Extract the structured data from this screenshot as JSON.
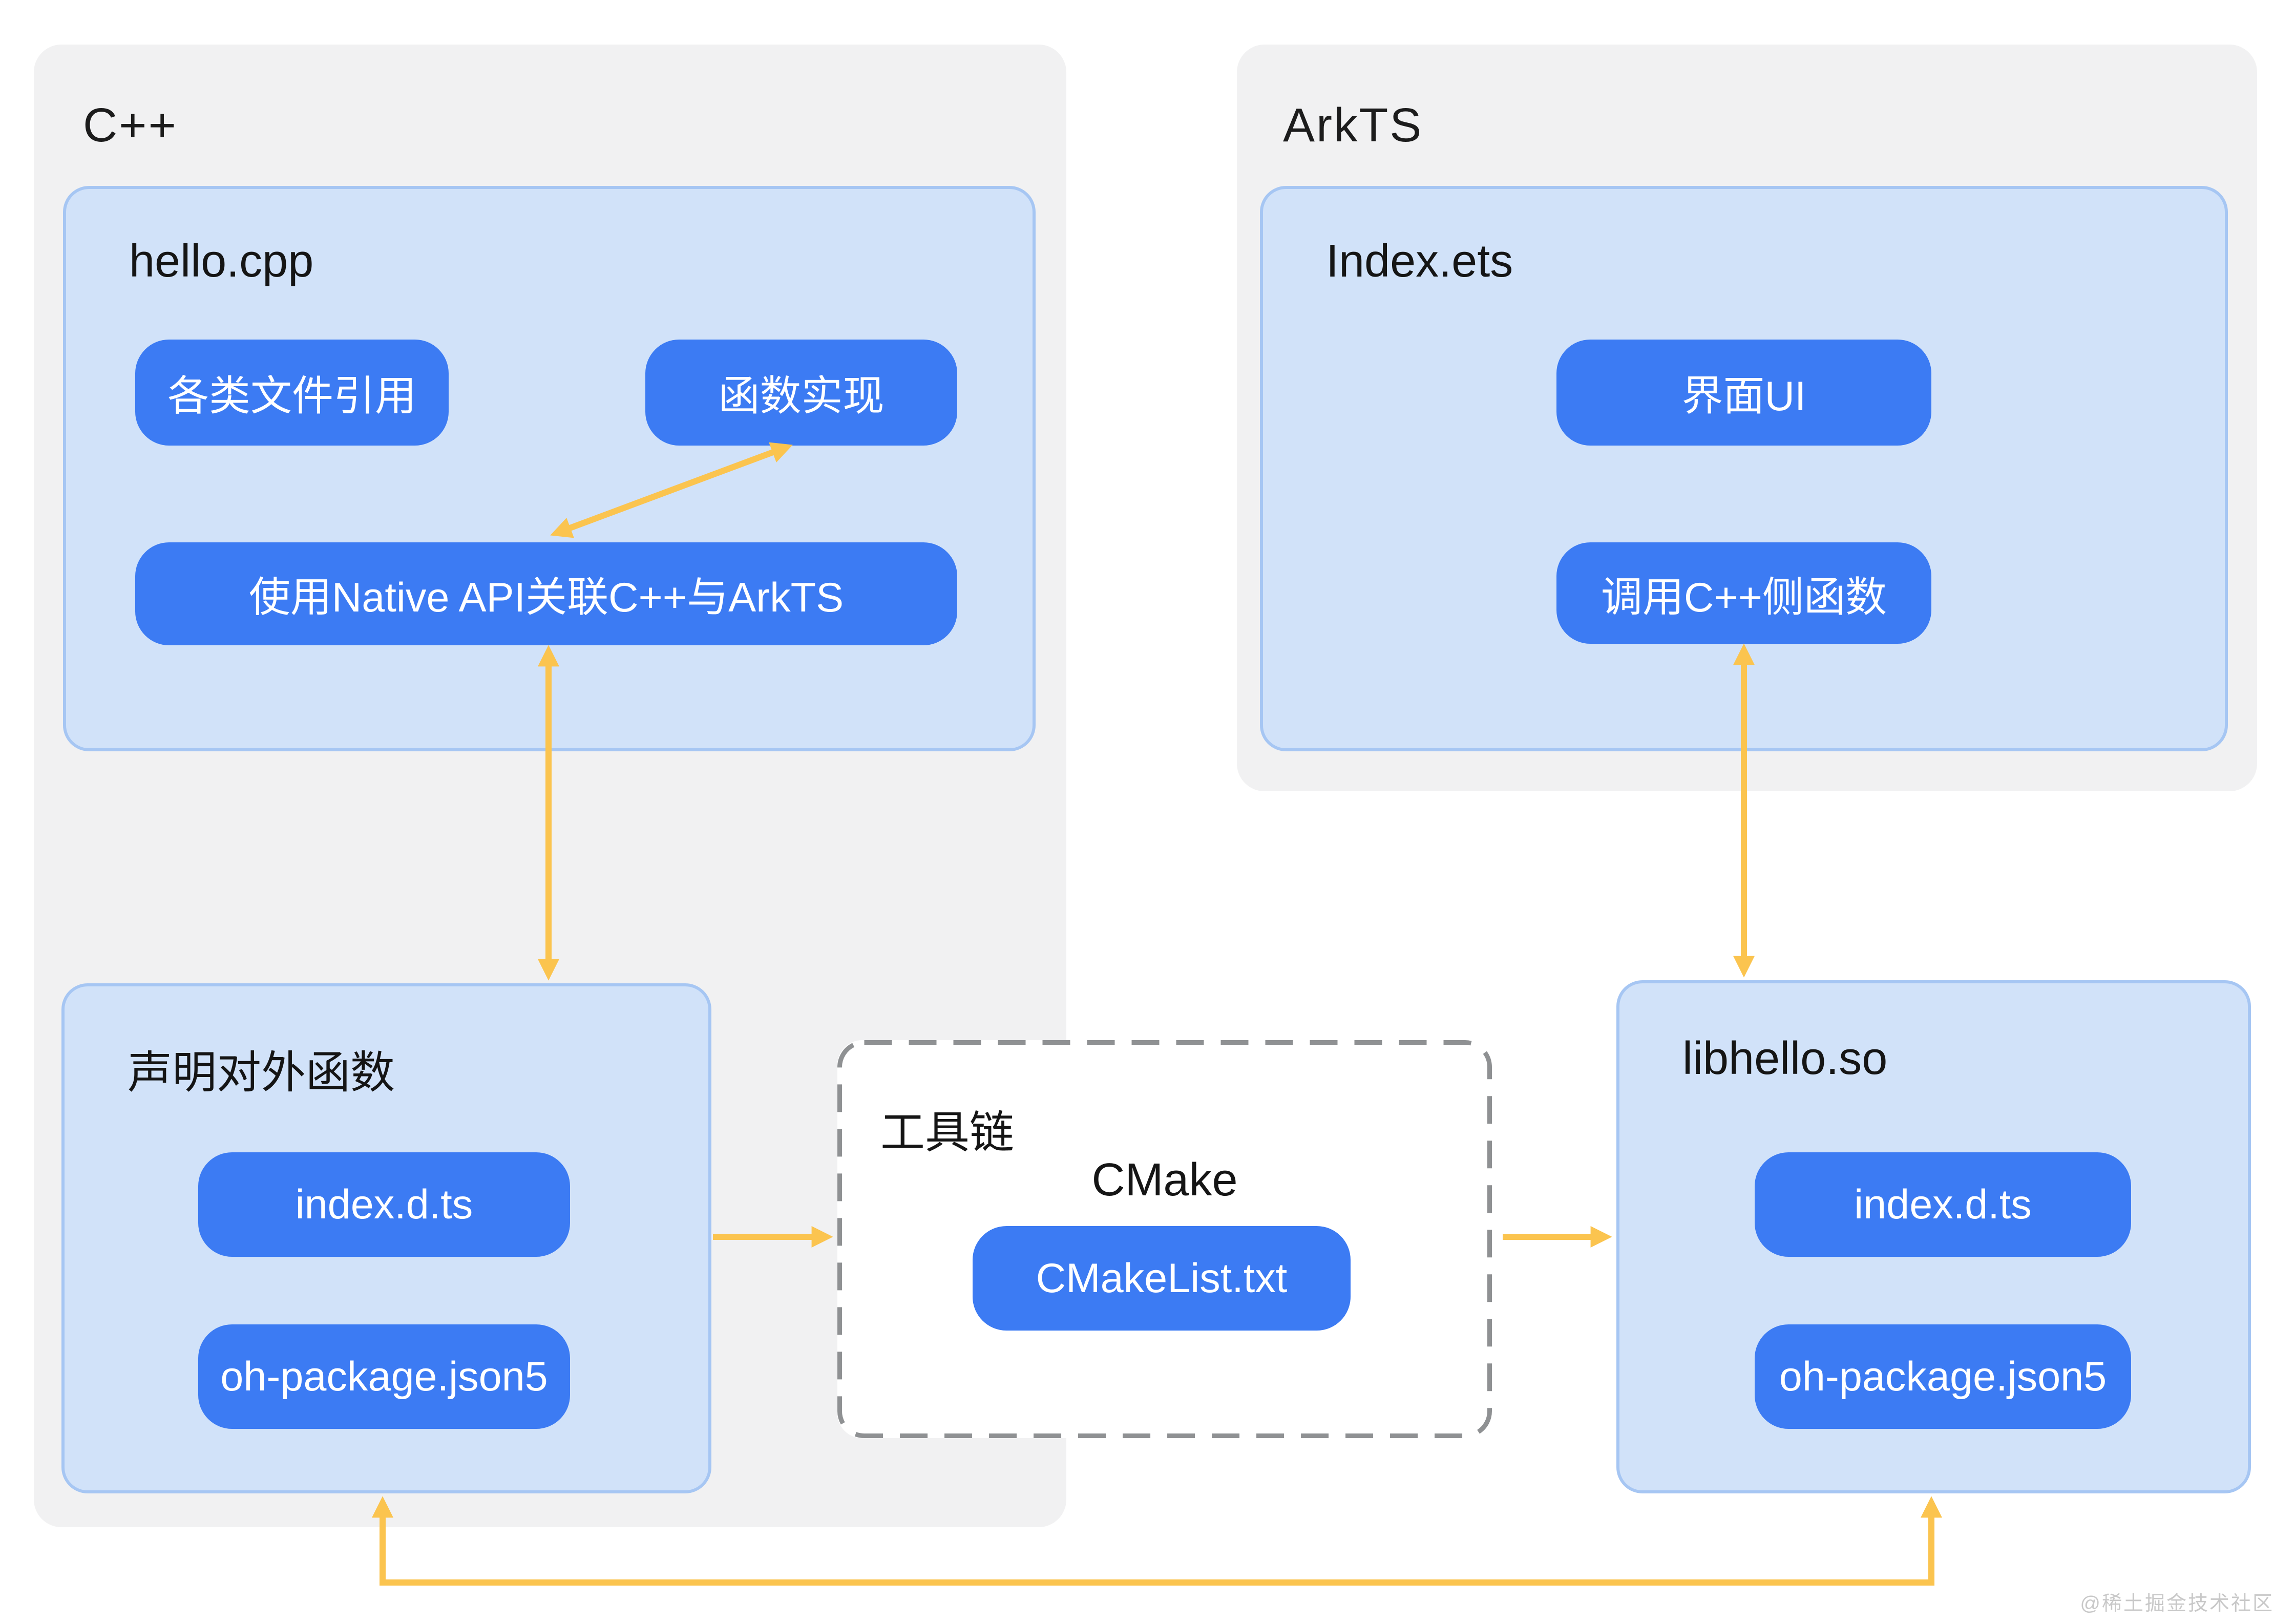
{
  "colors": {
    "pill_blue": "#3C7BF3",
    "box_blue_fill": "#D1E2F9",
    "box_blue_border": "#A6C6F3",
    "container_gray": "#F1F1F2",
    "arrow_yellow": "#FBC44F",
    "dashed_border_gray": "#8F9193"
  },
  "cpp": {
    "label": "C++",
    "hello_cpp": {
      "title": "hello.cpp",
      "pills": {
        "refs": "各类文件引用",
        "impl": "函数实现",
        "napi": "使用Native API关联C++与ArkTS"
      }
    },
    "declare": {
      "title": "声明对外函数",
      "pills": {
        "dts": "index.d.ts",
        "ohpkg": "oh-package.json5"
      }
    }
  },
  "arkts": {
    "label": "ArkTS",
    "index_ets": {
      "title": "Index.ets",
      "pills": {
        "ui": "界面UI",
        "call": "调用C++侧函数"
      }
    }
  },
  "toolchain": {
    "label": "工具链",
    "subtitle": "CMake",
    "pills": {
      "cmakelist": "CMakeList.txt"
    }
  },
  "libhello": {
    "title": "libhello.so",
    "pills": {
      "dts": "index.d.ts",
      "ohpkg": "oh-package.json5"
    }
  },
  "watermark": "@稀土掘金技术社区"
}
